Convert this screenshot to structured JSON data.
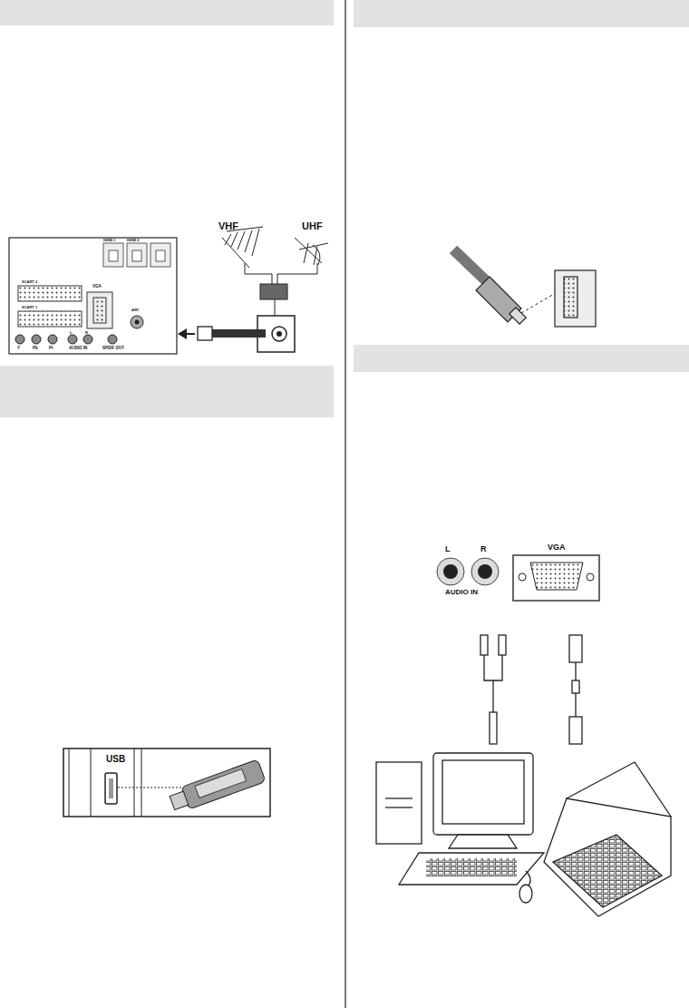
{
  "diagram": {
    "labels": [
      "VHF",
      "UHF",
      "HDMI 1",
      "HDMI 2",
      "SCART 2",
      "VGA",
      "SCART 1",
      "ANT",
      "Y",
      "Pb",
      "Pr",
      "L",
      "R",
      "AUDIO IN",
      "SPDIF OUT",
      "USB",
      "L",
      "R",
      "VGA",
      "AUDIO IN"
    ]
  }
}
